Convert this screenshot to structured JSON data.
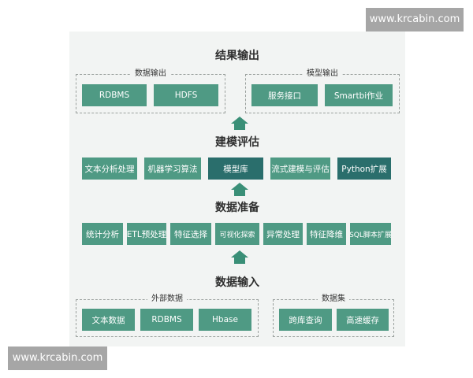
{
  "layers": {
    "output": {
      "title": "结果输出",
      "groups": [
        {
          "label": "数据输出",
          "items": [
            "RDBMS",
            "HDFS"
          ]
        },
        {
          "label": "模型输出",
          "items": [
            "服务接口",
            "Smartbi作业"
          ]
        }
      ]
    },
    "modeling": {
      "title": "建模评估",
      "items": [
        "文本分析处理",
        "机器学习算法",
        "模型库",
        "流式建模与评估",
        "Python扩展"
      ]
    },
    "prep": {
      "title": "数据准备",
      "items": [
        "统计分析",
        "ETL预处理",
        "特征选择",
        "可视化探索",
        "异常处理",
        "特征降维",
        "SQL脚本扩展"
      ]
    },
    "input": {
      "title": "数据输入",
      "groups": [
        {
          "label": "外部数据",
          "items": [
            "文本数据",
            "RDBMS",
            "Hbase"
          ]
        },
        {
          "label": "数据集",
          "items": [
            "跨库查询",
            "高速缓存"
          ]
        }
      ]
    }
  },
  "watermark": "www.krcabin.com",
  "colors": {
    "box": "#4f9a84",
    "box_dark": "#2a6e6c",
    "arrow": "#3a8f77"
  }
}
